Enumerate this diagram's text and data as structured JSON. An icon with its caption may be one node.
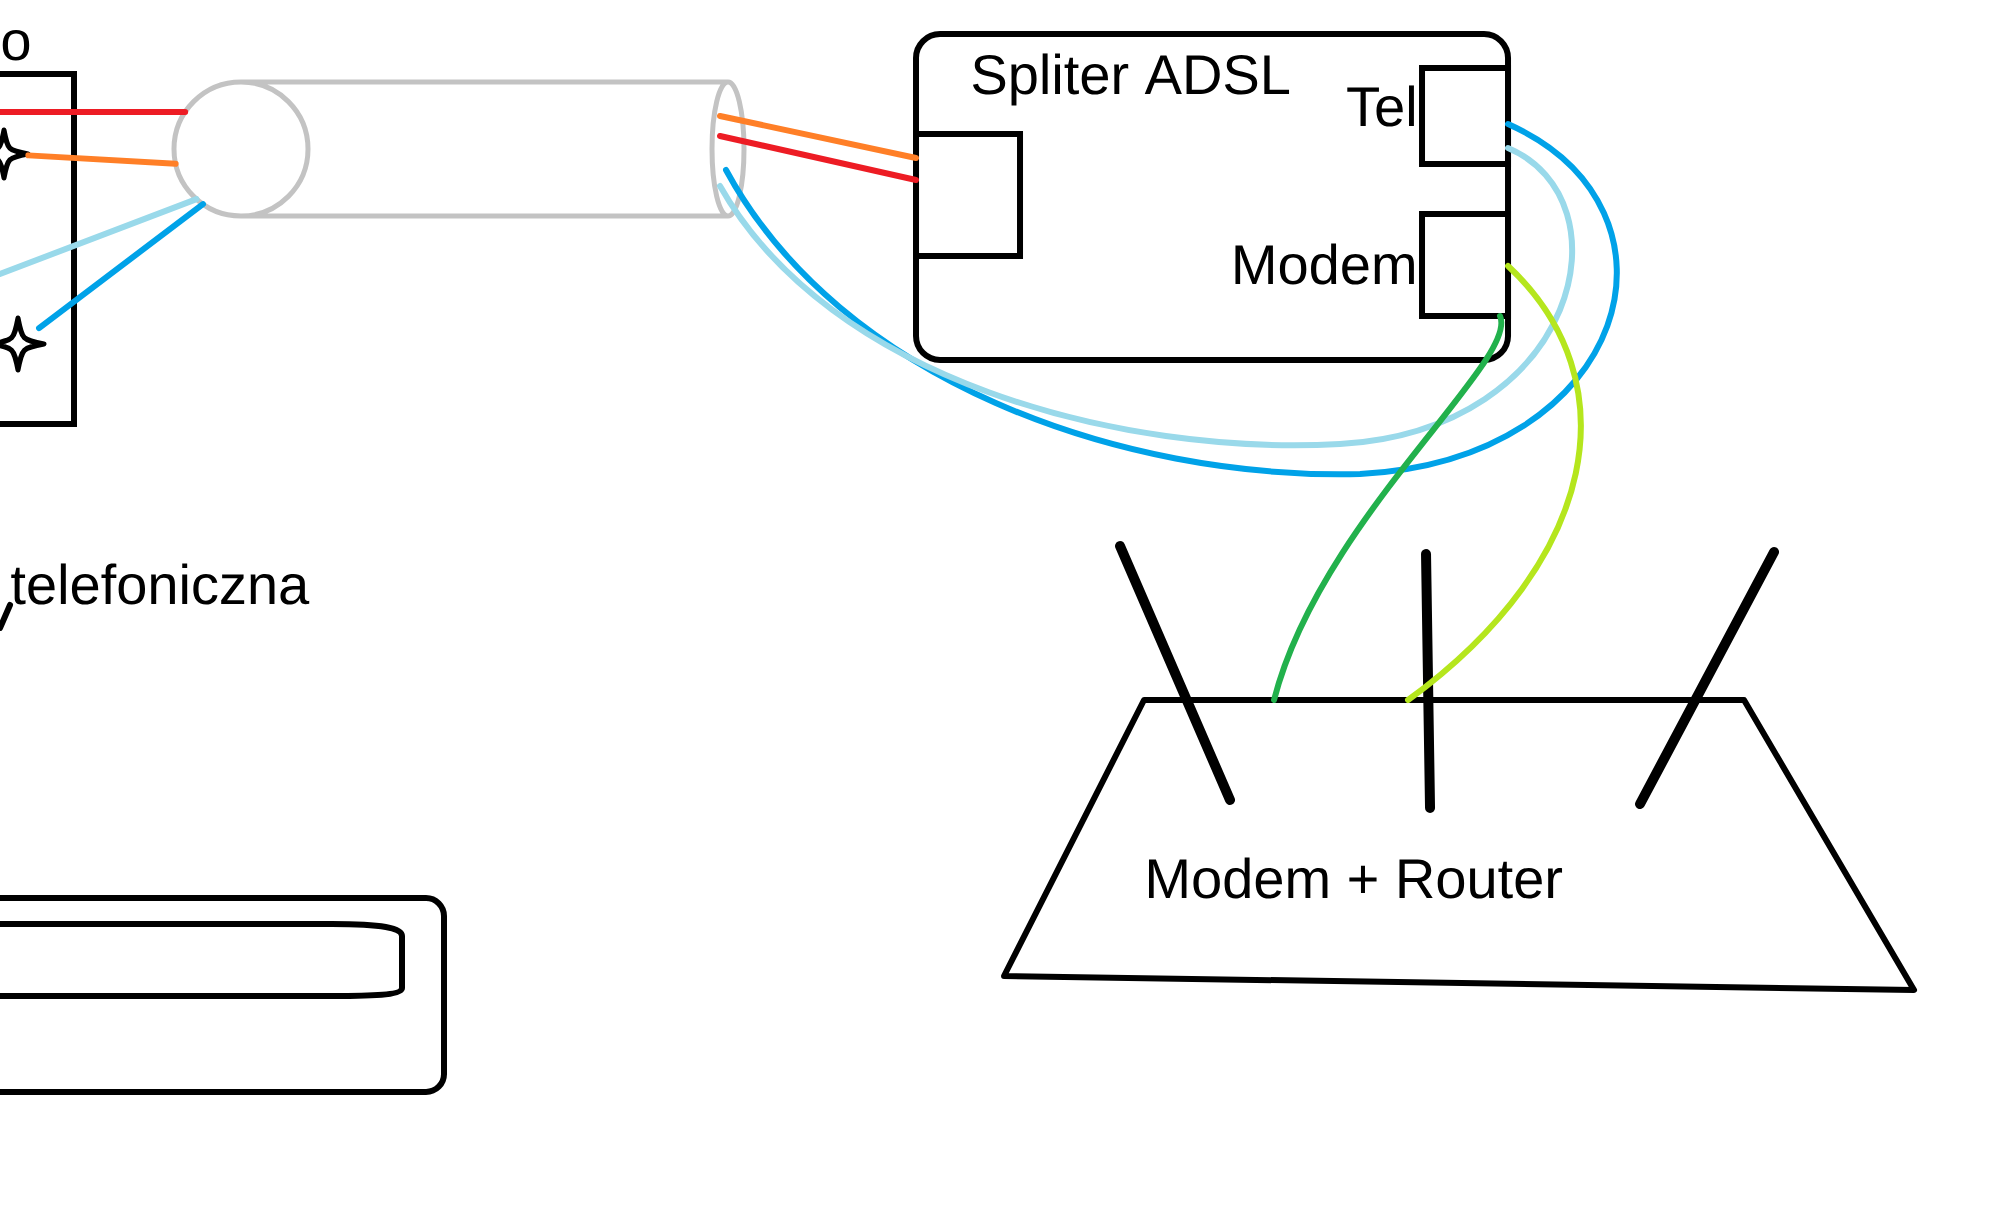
{
  "diagram": {
    "nodes": [
      {
        "text": [],
        "shape": "box"
      },
      {
        "text": [],
        "shape": "star",
        "in": 0
      },
      {
        "text": [],
        "shape": "star",
        "in": 0
      },
      {
        "text": [],
        "shape": "cylinder"
      },
      {
        "text": [
          "Spliter ADSL"
        ]
      },
      {
        "text": [],
        "shape": "box",
        "in": 4
      },
      {
        "text": [
          "Tel"
        ],
        "in": 4
      },
      {
        "text": [
          "Modem"
        ],
        "in": 4
      },
      {
        "text": [
          "telefoniczna"
        ]
      },
      {
        "text": [
          "Modem + Router"
        ]
      },
      {
        "text": [],
        "shape": "box"
      }
    ],
    "edges": [
      {
        "from": 0,
        "to": 3,
        "arrow": "none",
        "color": "#ed1c24"
      },
      {
        "from": 1,
        "to": 3,
        "arrow": "none",
        "color": "#ff7f27"
      },
      {
        "from": 0,
        "to": 3,
        "arrow": "none",
        "color": "#99d9ea"
      },
      {
        "from": 2,
        "to": 3,
        "arrow": "none",
        "color": "#00a2e8"
      },
      {
        "from": 3,
        "to": 5,
        "arrow": "none",
        "color": "#ff7f27"
      },
      {
        "from": 3,
        "to": 5,
        "arrow": "none",
        "color": "#ed1c24"
      },
      {
        "from": 3,
        "to": 6,
        "arrow": "none",
        "color": "#00a2e8"
      },
      {
        "from": 3,
        "to": 6,
        "arrow": "none",
        "color": "#99d9ea"
      },
      {
        "from": 7,
        "to": 9,
        "arrow": "none",
        "color": "#b5e61d"
      },
      {
        "from": 7,
        "to": 9,
        "arrow": "none",
        "color": "#22b14c"
      },
      {
        "from": 8,
        "to": null,
        "arrow": "none",
        "color": "#000000"
      }
    ],
    "labels": [
      "o"
    ]
  }
}
